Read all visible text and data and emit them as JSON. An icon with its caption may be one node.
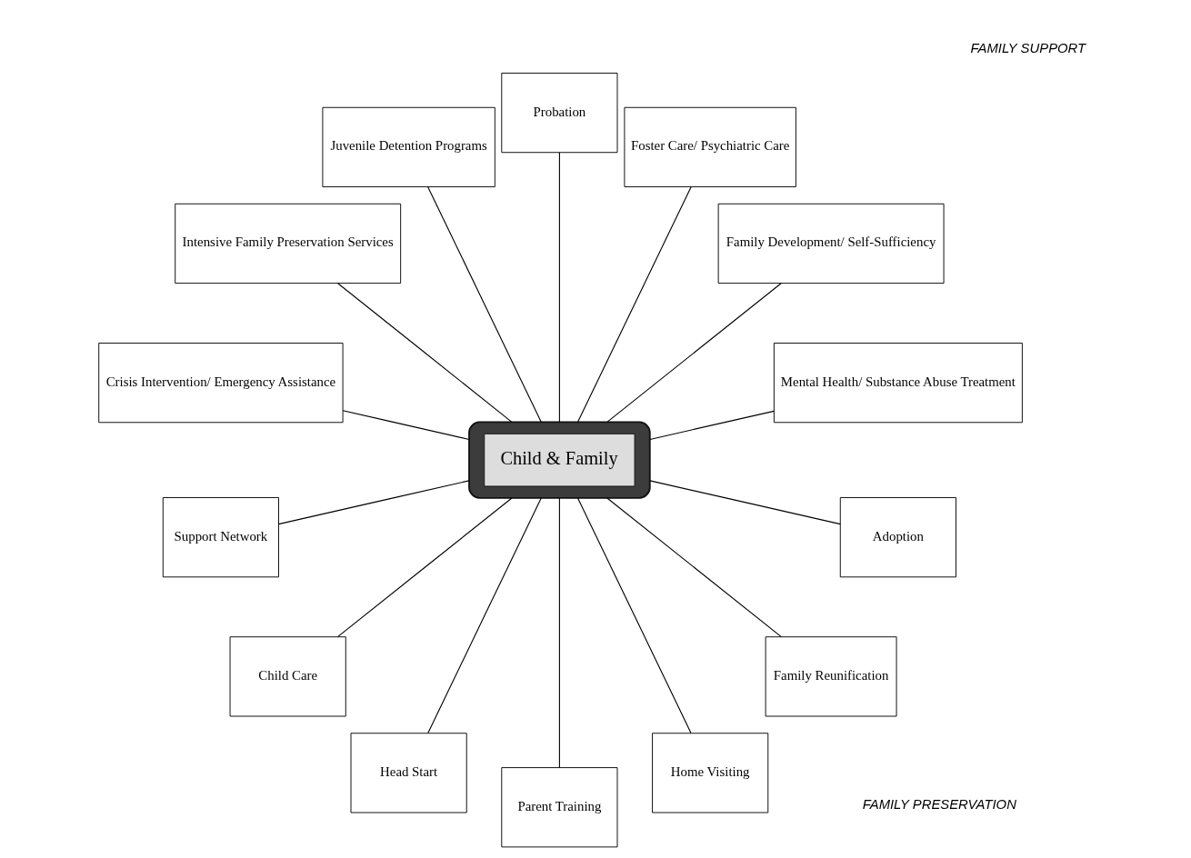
{
  "diagram": {
    "nodes": [
      {
        "text": [
          "Support Network"
        ]
      },
      {
        "text": [
          "Child Care"
        ]
      },
      {
        "text": [
          "Head Start"
        ]
      },
      {
        "text": [
          "Parent Training"
        ]
      },
      {
        "text": [
          "Home Visiting"
        ]
      },
      {
        "text": [
          "Family Reunification"
        ]
      },
      {
        "text": [
          "Mental Health/ Substance Abuse Treatment"
        ]
      },
      {
        "text": [
          "Child & Family"
        ]
      },
      {
        "text": [
          "Adoption"
        ]
      },
      {
        "text": [
          "Family Development/ Self-Sufficiency"
        ]
      },
      {
        "text": [
          "Foster Care/ Psychiatric Care"
        ]
      },
      {
        "text": [
          "Probation"
        ]
      },
      {
        "text": [
          "Juvenile Detention Programs"
        ]
      },
      {
        "text": [
          "Intensive Family Preservation Services"
        ]
      },
      {
        "text": [
          "Crisis Intervention/ Emergency Assistance"
        ]
      }
    ],
    "edges": [
      {
        "from": 0,
        "to": 7,
        "arrow": "none"
      },
      {
        "from": 1,
        "to": 7,
        "arrow": "none"
      },
      {
        "from": 2,
        "to": 7,
        "arrow": "none"
      },
      {
        "from": 3,
        "to": 7,
        "arrow": "none"
      },
      {
        "from": 4,
        "to": 7,
        "arrow": "none"
      },
      {
        "from": 5,
        "to": 7,
        "arrow": "none"
      },
      {
        "from": 7,
        "to": 6,
        "arrow": "none"
      },
      {
        "from": 8,
        "to": 7,
        "arrow": "none"
      },
      {
        "from": 7,
        "to": 9,
        "arrow": "none"
      },
      {
        "from": 7,
        "to": 10,
        "arrow": "none"
      },
      {
        "from": 7,
        "to": 11,
        "arrow": "none"
      },
      {
        "from": 7,
        "to": 12,
        "arrow": "none"
      },
      {
        "from": 7,
        "to": 13,
        "arrow": "none"
      },
      {
        "from": 7,
        "to": 14,
        "arrow": "none"
      }
    ],
    "labels": [
      "FAMILY SUPPORT",
      "FAMILY PRESERVATION"
    ]
  }
}
